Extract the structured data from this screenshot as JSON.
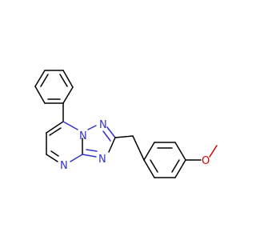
{
  "molecule": {
    "atoms": {
      "n1": {
        "symbol": "N"
      },
      "n2": {
        "symbol": "N"
      },
      "n3": {
        "symbol": "N"
      },
      "n4": {
        "symbol": "N"
      },
      "o1": {
        "symbol": "O"
      }
    }
  },
  "colors": {
    "bond": "#000000",
    "nitrogen": "#3333cc",
    "oxygen": "#cc0000",
    "background": "#ffffff"
  }
}
